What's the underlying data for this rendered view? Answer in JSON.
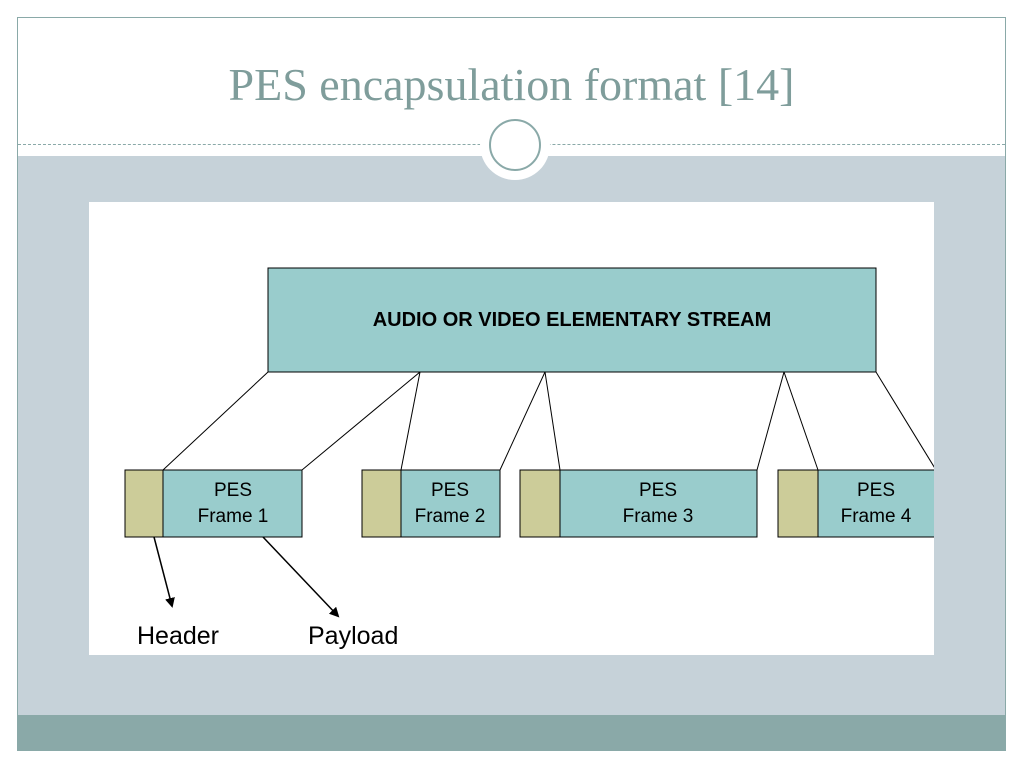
{
  "slide": {
    "title": "PES encapsulation format [14]"
  },
  "diagram": {
    "stream": {
      "label": "AUDIO OR VIDEO ELEMENTARY STREAM",
      "fill": "#99cccc"
    },
    "frames": [
      {
        "line1": "PES",
        "line2": "Frame 1"
      },
      {
        "line1": "PES",
        "line2": "Frame 2"
      },
      {
        "line1": "PES",
        "line2": "Frame 3"
      },
      {
        "line1": "PES",
        "line2": "Frame 4"
      }
    ],
    "header_fill": "#cccc99",
    "callouts": {
      "header": "Header",
      "payload": "Payload"
    }
  },
  "colors": {
    "accent": "#8aa9a8",
    "title": "#7f9d9b",
    "band": "#c6d2d9"
  }
}
